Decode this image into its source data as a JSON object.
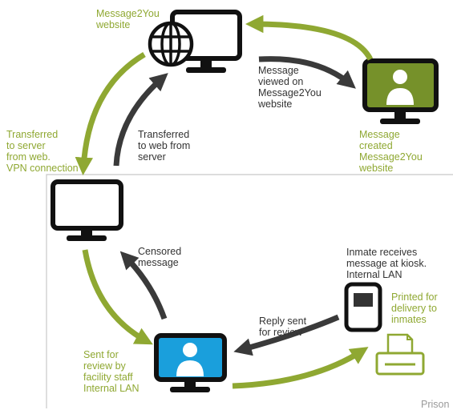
{
  "colors": {
    "green": "#8fa832",
    "dark": "#3a3a3a",
    "blue": "#1a9fdc",
    "monitor_green": "#76912a",
    "boundary": "#c8c8c8",
    "gray_text": "#9a9a9a"
  },
  "icons": {
    "website_monitor": "globe-monitor-icon",
    "message_created_monitor": "person-monitor-icon",
    "server_monitor": "monitor-icon",
    "review_monitor": "person-monitor-icon",
    "kiosk": "kiosk-icon",
    "printer": "printer-icon"
  },
  "labels": {
    "website": "Message2You\nwebsite",
    "viewed": "Message\nviewed on\nMessage2You\nwebsite",
    "created": "Message\ncreated\nMessage2You\nwebsite",
    "transferred_to_server": "Transferred\nto server\nfrom web.\nVPN connection",
    "transferred_to_web": "Transferred\nto web from\nserver",
    "censored": "Censored\nmessage",
    "inmate_receives": "Inmate receives\nmessage at kiosk.\nInternal LAN",
    "printed": "Printed for\ndelivery to\ninmates",
    "reply_sent": "Reply sent\nfor review",
    "sent_for_review": "Sent for\nreview by\nfacility staff\nInternal LAN",
    "prison": "Prison"
  }
}
